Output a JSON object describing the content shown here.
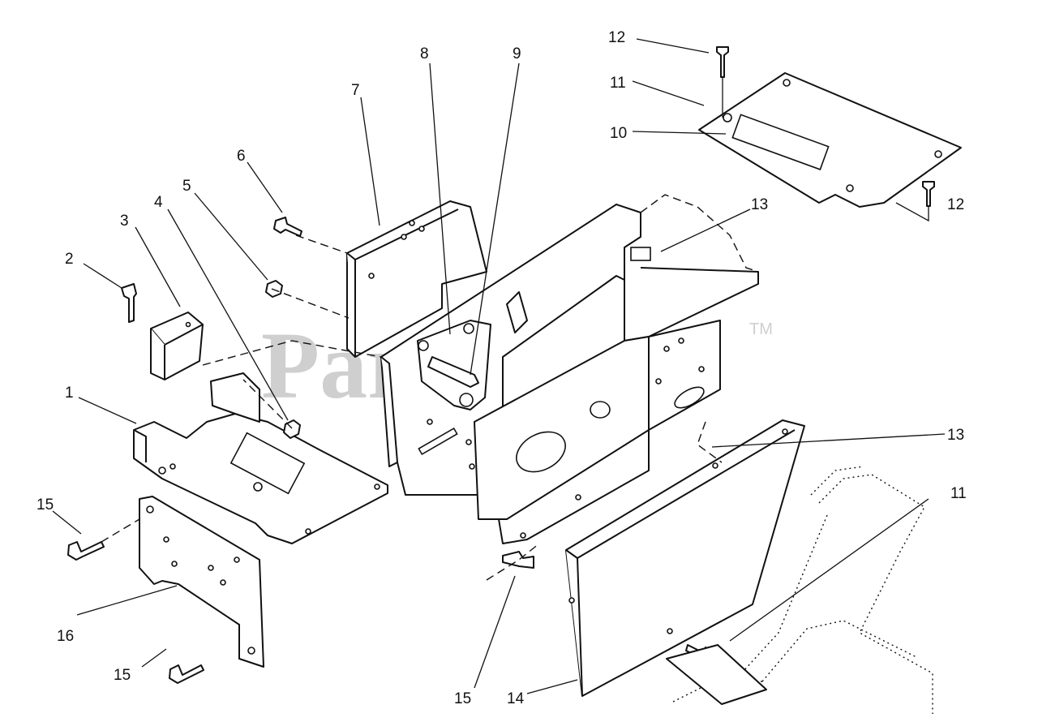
{
  "watermark": {
    "text": "PartsTree",
    "trademark": "TM"
  },
  "callouts": [
    {
      "id": "c1",
      "label": "1"
    },
    {
      "id": "c2",
      "label": "2"
    },
    {
      "id": "c3",
      "label": "3"
    },
    {
      "id": "c4",
      "label": "4"
    },
    {
      "id": "c5",
      "label": "5"
    },
    {
      "id": "c6",
      "label": "6"
    },
    {
      "id": "c7",
      "label": "7"
    },
    {
      "id": "c8",
      "label": "8"
    },
    {
      "id": "c9",
      "label": "9"
    },
    {
      "id": "c10",
      "label": "10"
    },
    {
      "id": "c11a",
      "label": "11"
    },
    {
      "id": "c11b",
      "label": "11"
    },
    {
      "id": "c12a",
      "label": "12"
    },
    {
      "id": "c12b",
      "label": "12"
    },
    {
      "id": "c13a",
      "label": "13"
    },
    {
      "id": "c13b",
      "label": "13"
    },
    {
      "id": "c14",
      "label": "14"
    },
    {
      "id": "c15a",
      "label": "15"
    },
    {
      "id": "c15b",
      "label": "15"
    },
    {
      "id": "c15c",
      "label": "15"
    },
    {
      "id": "c16",
      "label": "16"
    }
  ]
}
